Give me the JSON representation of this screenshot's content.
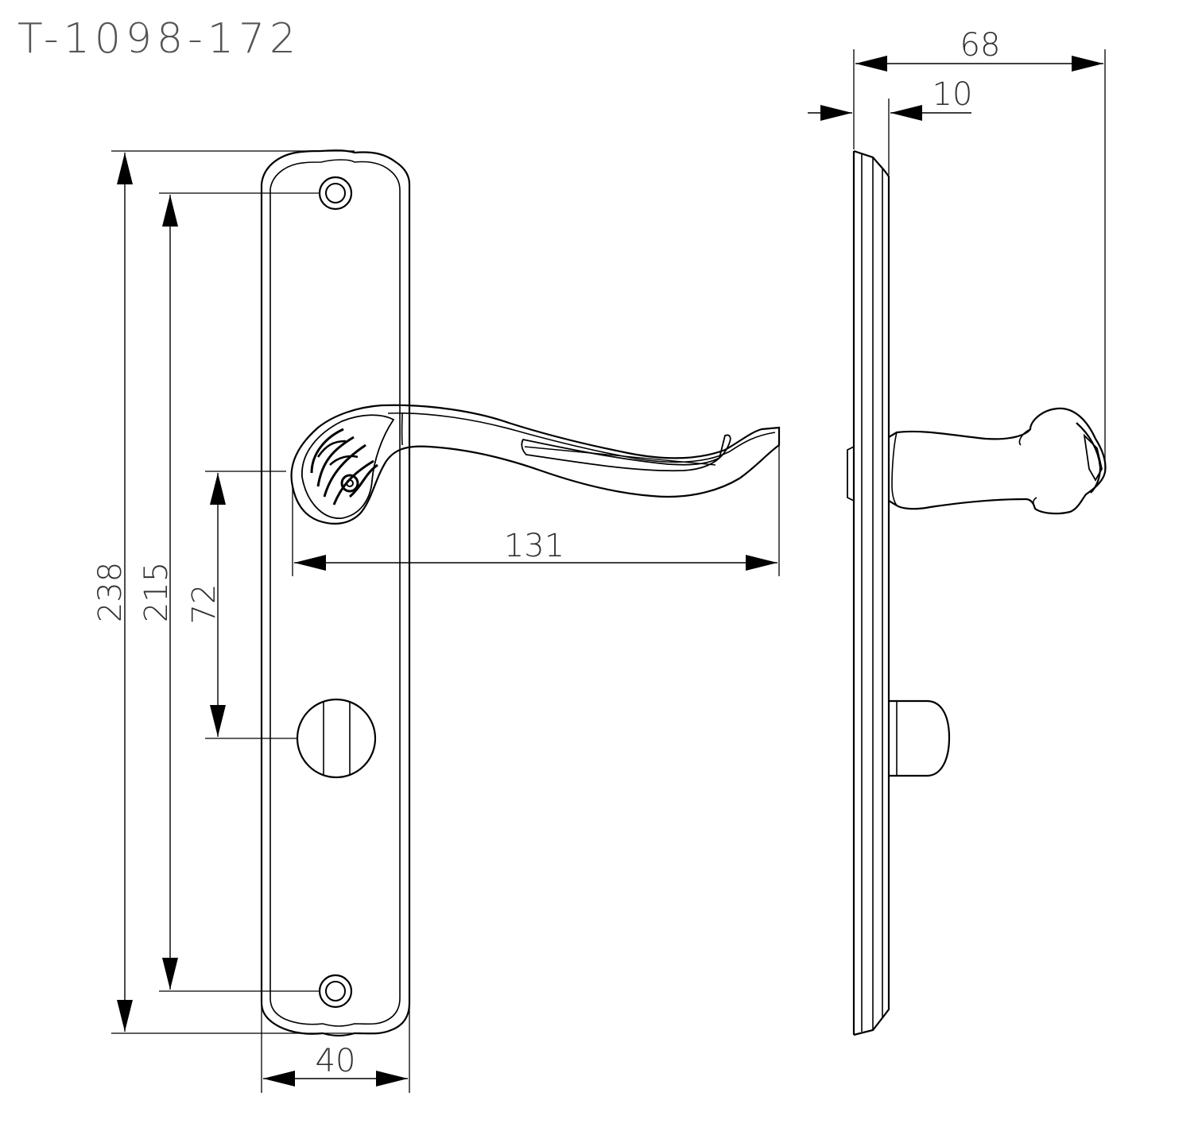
{
  "title": "T-1098-172",
  "dimensions": {
    "total_height": "238",
    "hole_spacing": "215",
    "lever_to_key": "72",
    "lever_length": "131",
    "plate_width": "40",
    "projection": "68",
    "plate_thickness": "10"
  }
}
